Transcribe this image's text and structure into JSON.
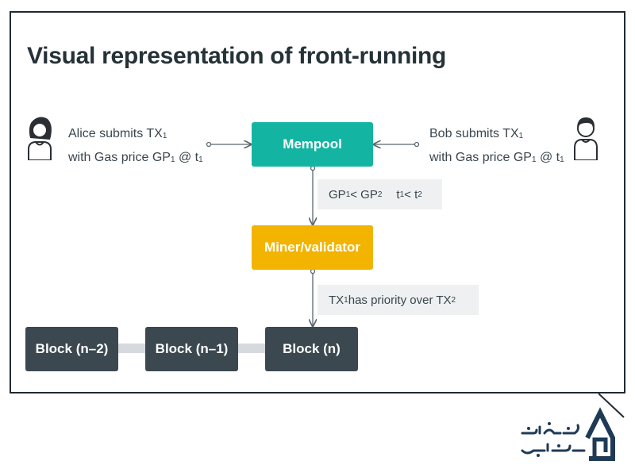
{
  "title": "Visual representation of front-running",
  "alice": {
    "line1_prefix": "Alice submits TX",
    "line1_sub": "1",
    "line2_prefix": "with Gas price GP",
    "line2_sub": "1",
    "line2_mid": " @ t",
    "line2_sub2": "1"
  },
  "bob": {
    "line1_prefix": "Bob submits TX",
    "line1_sub": "1",
    "line2_prefix": "with Gas price GP",
    "line2_sub": "1",
    "line2_mid": " @ t",
    "line2_sub2": "1"
  },
  "nodes": {
    "mempool": "Mempool",
    "miner": "Miner/validator"
  },
  "note1": {
    "a": "GP",
    "a_sub": "1",
    "lt": " < GP",
    "b_sub": "2",
    "c": "t",
    "c_sub": "1",
    "lt2": " < t",
    "d_sub": "2"
  },
  "note2": {
    "a": "TX",
    "a_sub": "1",
    "mid": " has priority over TX",
    "b_sub": "2"
  },
  "blocks": [
    "Block (n–2)",
    "Block (n–1)",
    "Block (n)"
  ],
  "colors": {
    "mempool": "#13b5a2",
    "miner": "#f2b400",
    "block": "#3b4850",
    "logo": "#1f3a55"
  },
  "icons": [
    "alice-avatar-icon",
    "bob-avatar-icon",
    "site-logo-icon"
  ]
}
